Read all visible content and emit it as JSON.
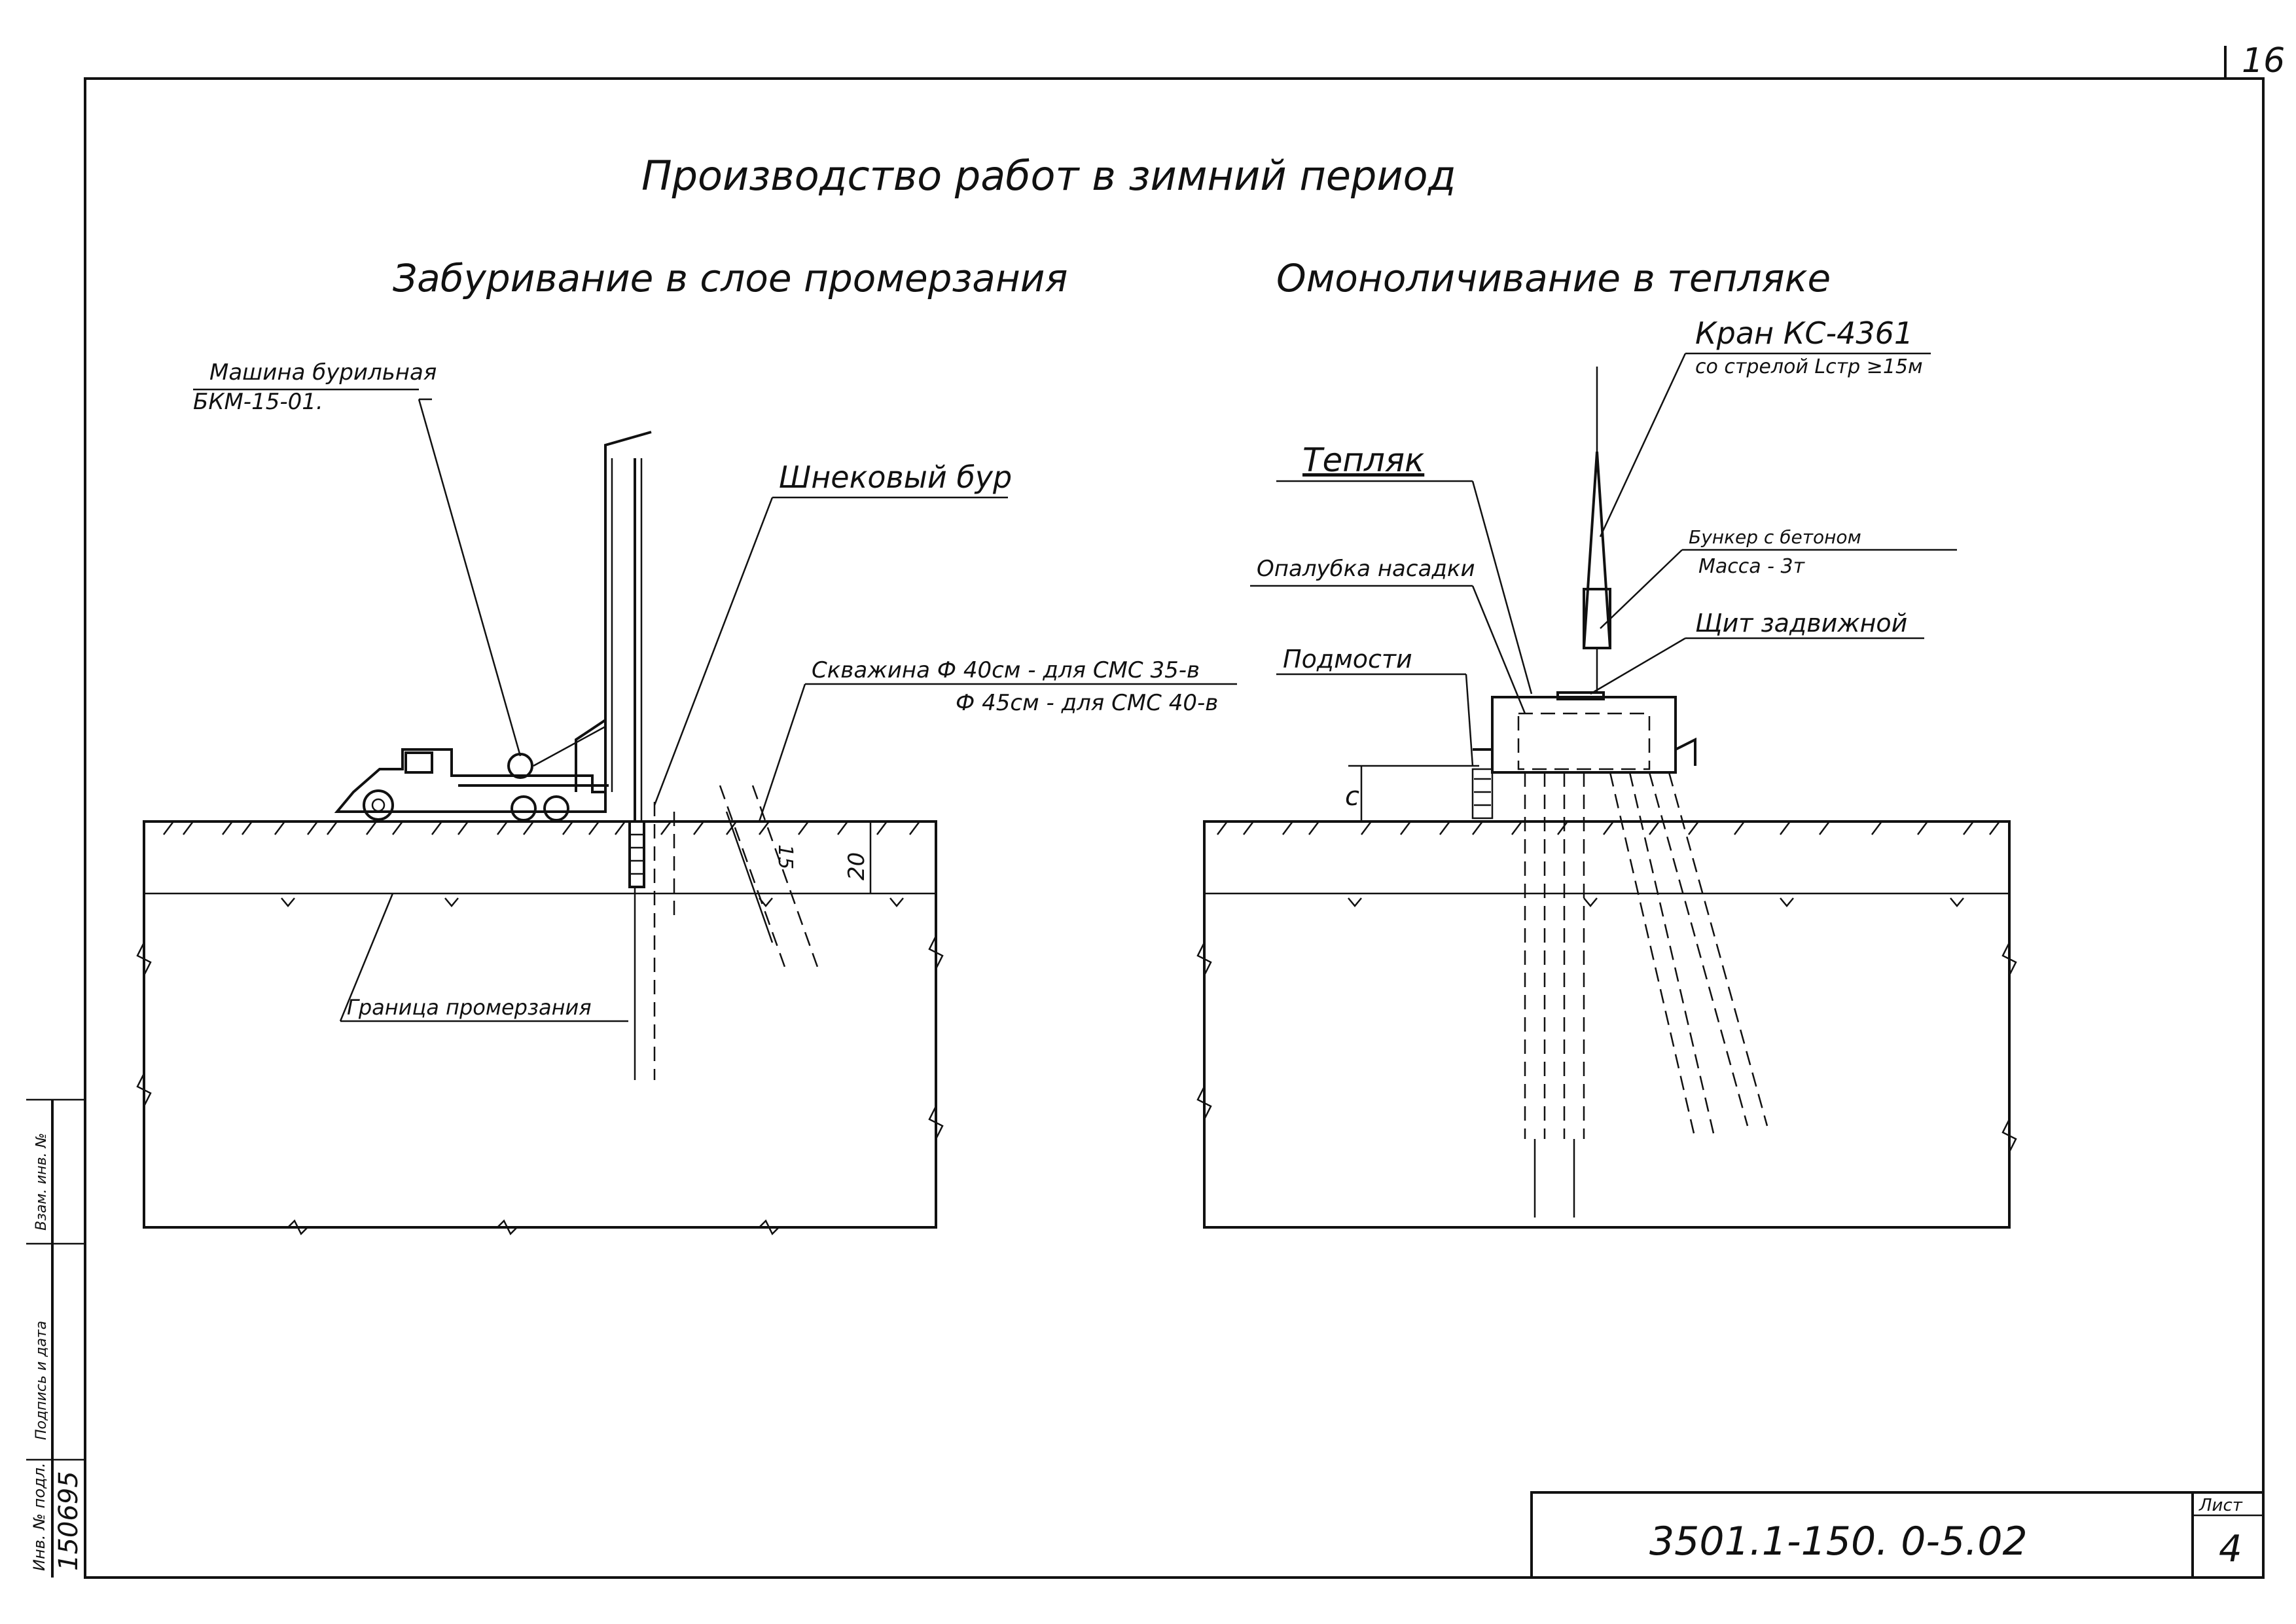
{
  "sheet": {
    "page_number": "16",
    "title": "Производство работ в зимний период",
    "left_view": {
      "title": "Забуривание в слое промерзания",
      "machine_label_line1": "Машина бурильная",
      "machine_label_line2": "БКМ-15-01.",
      "auger_label": "Шнековый бур",
      "borehole_label_line1": "Скважина Ф 40см - для СМС 35-в",
      "borehole_label_line2": "Ф 45см - для СМС 40-в",
      "dim_15": "15",
      "dim_20": "20",
      "frost_boundary_label": "Граница промерзания"
    },
    "right_view": {
      "title": "Омоноличивание в тепляке",
      "crane_label_line1": "Кран КС-4361",
      "crane_label_line2": "со стрелой Lстр ≥15м",
      "greenhouse_label": "Тепляк",
      "formwork_label": "Опалубка насадки",
      "bunker_label_line1": "Бункер с бетоном",
      "bunker_label_line2": "Масса - 3т",
      "gate_label": "Щит задвижной",
      "support_label": "Подмости",
      "dim_c": "с"
    },
    "stamp": {
      "document_code": "3501.1-150.  0-5.02",
      "sheet_label": "Лист",
      "sheet_number": "4"
    },
    "margin": {
      "inventory_label": "Инв. № подл.",
      "inventory_number": "150695",
      "signature_label": "Подпись и дата",
      "replace_label": "Взам. инв. №"
    }
  }
}
